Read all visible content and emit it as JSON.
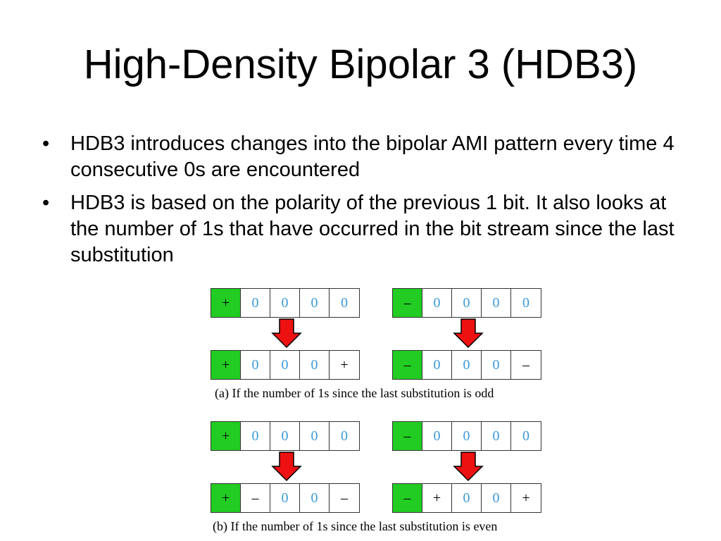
{
  "slide": {
    "title": "High-Density Bipolar 3 (HDB3)",
    "bullets": [
      "HDB3 introduces changes into the bipolar AMI pattern every time 4 consecutive 0s are encountered",
      "HDB3 is based on the polarity of the previous 1 bit. It also looks at the number of 1s that have occurred in the bit stream since the last substitution"
    ],
    "bullet_glyph": "•"
  },
  "figure": {
    "colors": {
      "pulse_fill": "#22cc22",
      "zero_text": "#3a9ad9",
      "arrow_fill": "#ee1111"
    },
    "captions": {
      "odd": "(a) If the number of 1s since the last substitution is odd",
      "even": "(b) If the number of 1s since the last substitution is even"
    },
    "rows": {
      "a_left_before": [
        "+",
        "0",
        "0",
        "0",
        "0"
      ],
      "a_right_before": [
        "–",
        "0",
        "0",
        "0",
        "0"
      ],
      "a_left_after": [
        "+",
        "0",
        "0",
        "0",
        "+"
      ],
      "a_right_after": [
        "–",
        "0",
        "0",
        "0",
        "–"
      ],
      "b_left_before": [
        "+",
        "0",
        "0",
        "0",
        "0"
      ],
      "b_right_before": [
        "–",
        "0",
        "0",
        "0",
        "0"
      ],
      "b_left_after": [
        "+",
        "–",
        "0",
        "0",
        "–"
      ],
      "b_right_after": [
        "–",
        "+",
        "0",
        "0",
        "+"
      ]
    },
    "arrow_icon": "red-down-arrow-icon"
  }
}
